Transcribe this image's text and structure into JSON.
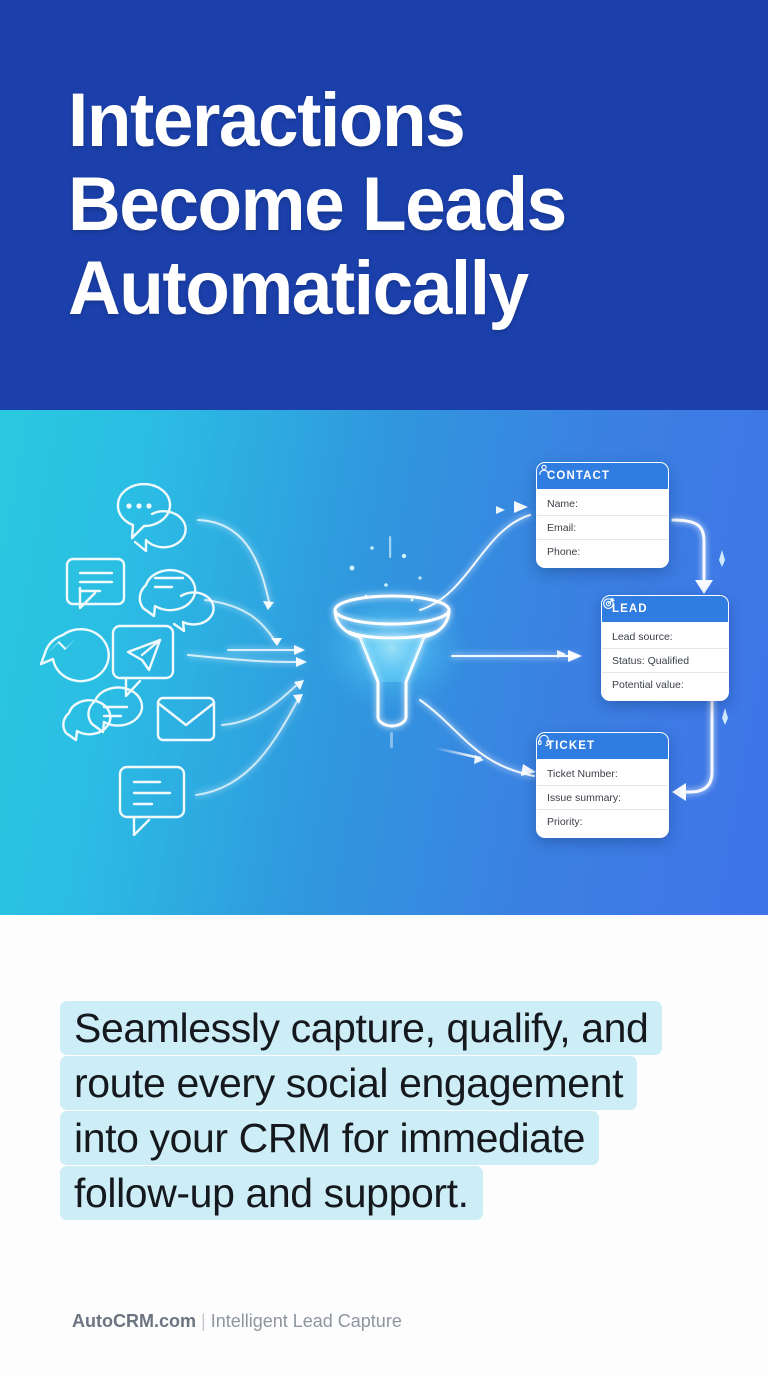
{
  "header": {
    "headline": "Interactions\nBecome Leads\nAutomatically",
    "background_color": "#1b40ab"
  },
  "illustration": {
    "gradient_start": "#2ac9e0",
    "gradient_end": "#3f74e8",
    "funnel": {
      "name": "glowing-funnel",
      "glow_color": "#b9f2ff"
    },
    "source_icons": [
      {
        "name": "chat-bubble-dots-icon"
      },
      {
        "name": "message-square-lines-icon"
      },
      {
        "name": "chat-bubble-lines-icon"
      },
      {
        "name": "messenger-icon"
      },
      {
        "name": "telegram-paper-plane-icon"
      },
      {
        "name": "chat-bubbles-pair-icon"
      },
      {
        "name": "envelope-mail-icon"
      },
      {
        "name": "comment-box-icon"
      }
    ],
    "cards": [
      {
        "id": "contact",
        "title": "CONTACT",
        "icon": "person-icon",
        "header_color": "#2f7de0",
        "rows": [
          "Name:",
          "Email:",
          "Phone:"
        ]
      },
      {
        "id": "lead",
        "title": "LEAD",
        "icon": "target-icon",
        "header_color": "#2f7de0",
        "rows": [
          "Lead source:",
          "Status: Qualified",
          "Potential value:"
        ]
      },
      {
        "id": "ticket",
        "title": "TICKET",
        "icon": "headset-icon",
        "header_color": "#2f7de0",
        "rows": [
          "Ticket Number:",
          "Issue summary:",
          "Priority:"
        ]
      }
    ]
  },
  "body": {
    "lines": [
      "Seamlessly capture, qualify, and",
      "route every social engagement",
      "into your CRM for immediate",
      "follow-up and support."
    ],
    "highlight_color": "#cdeef7"
  },
  "footer": {
    "brand": "AutoCRM.com",
    "separator": "|",
    "tagline": "Intelligent Lead Capture"
  }
}
